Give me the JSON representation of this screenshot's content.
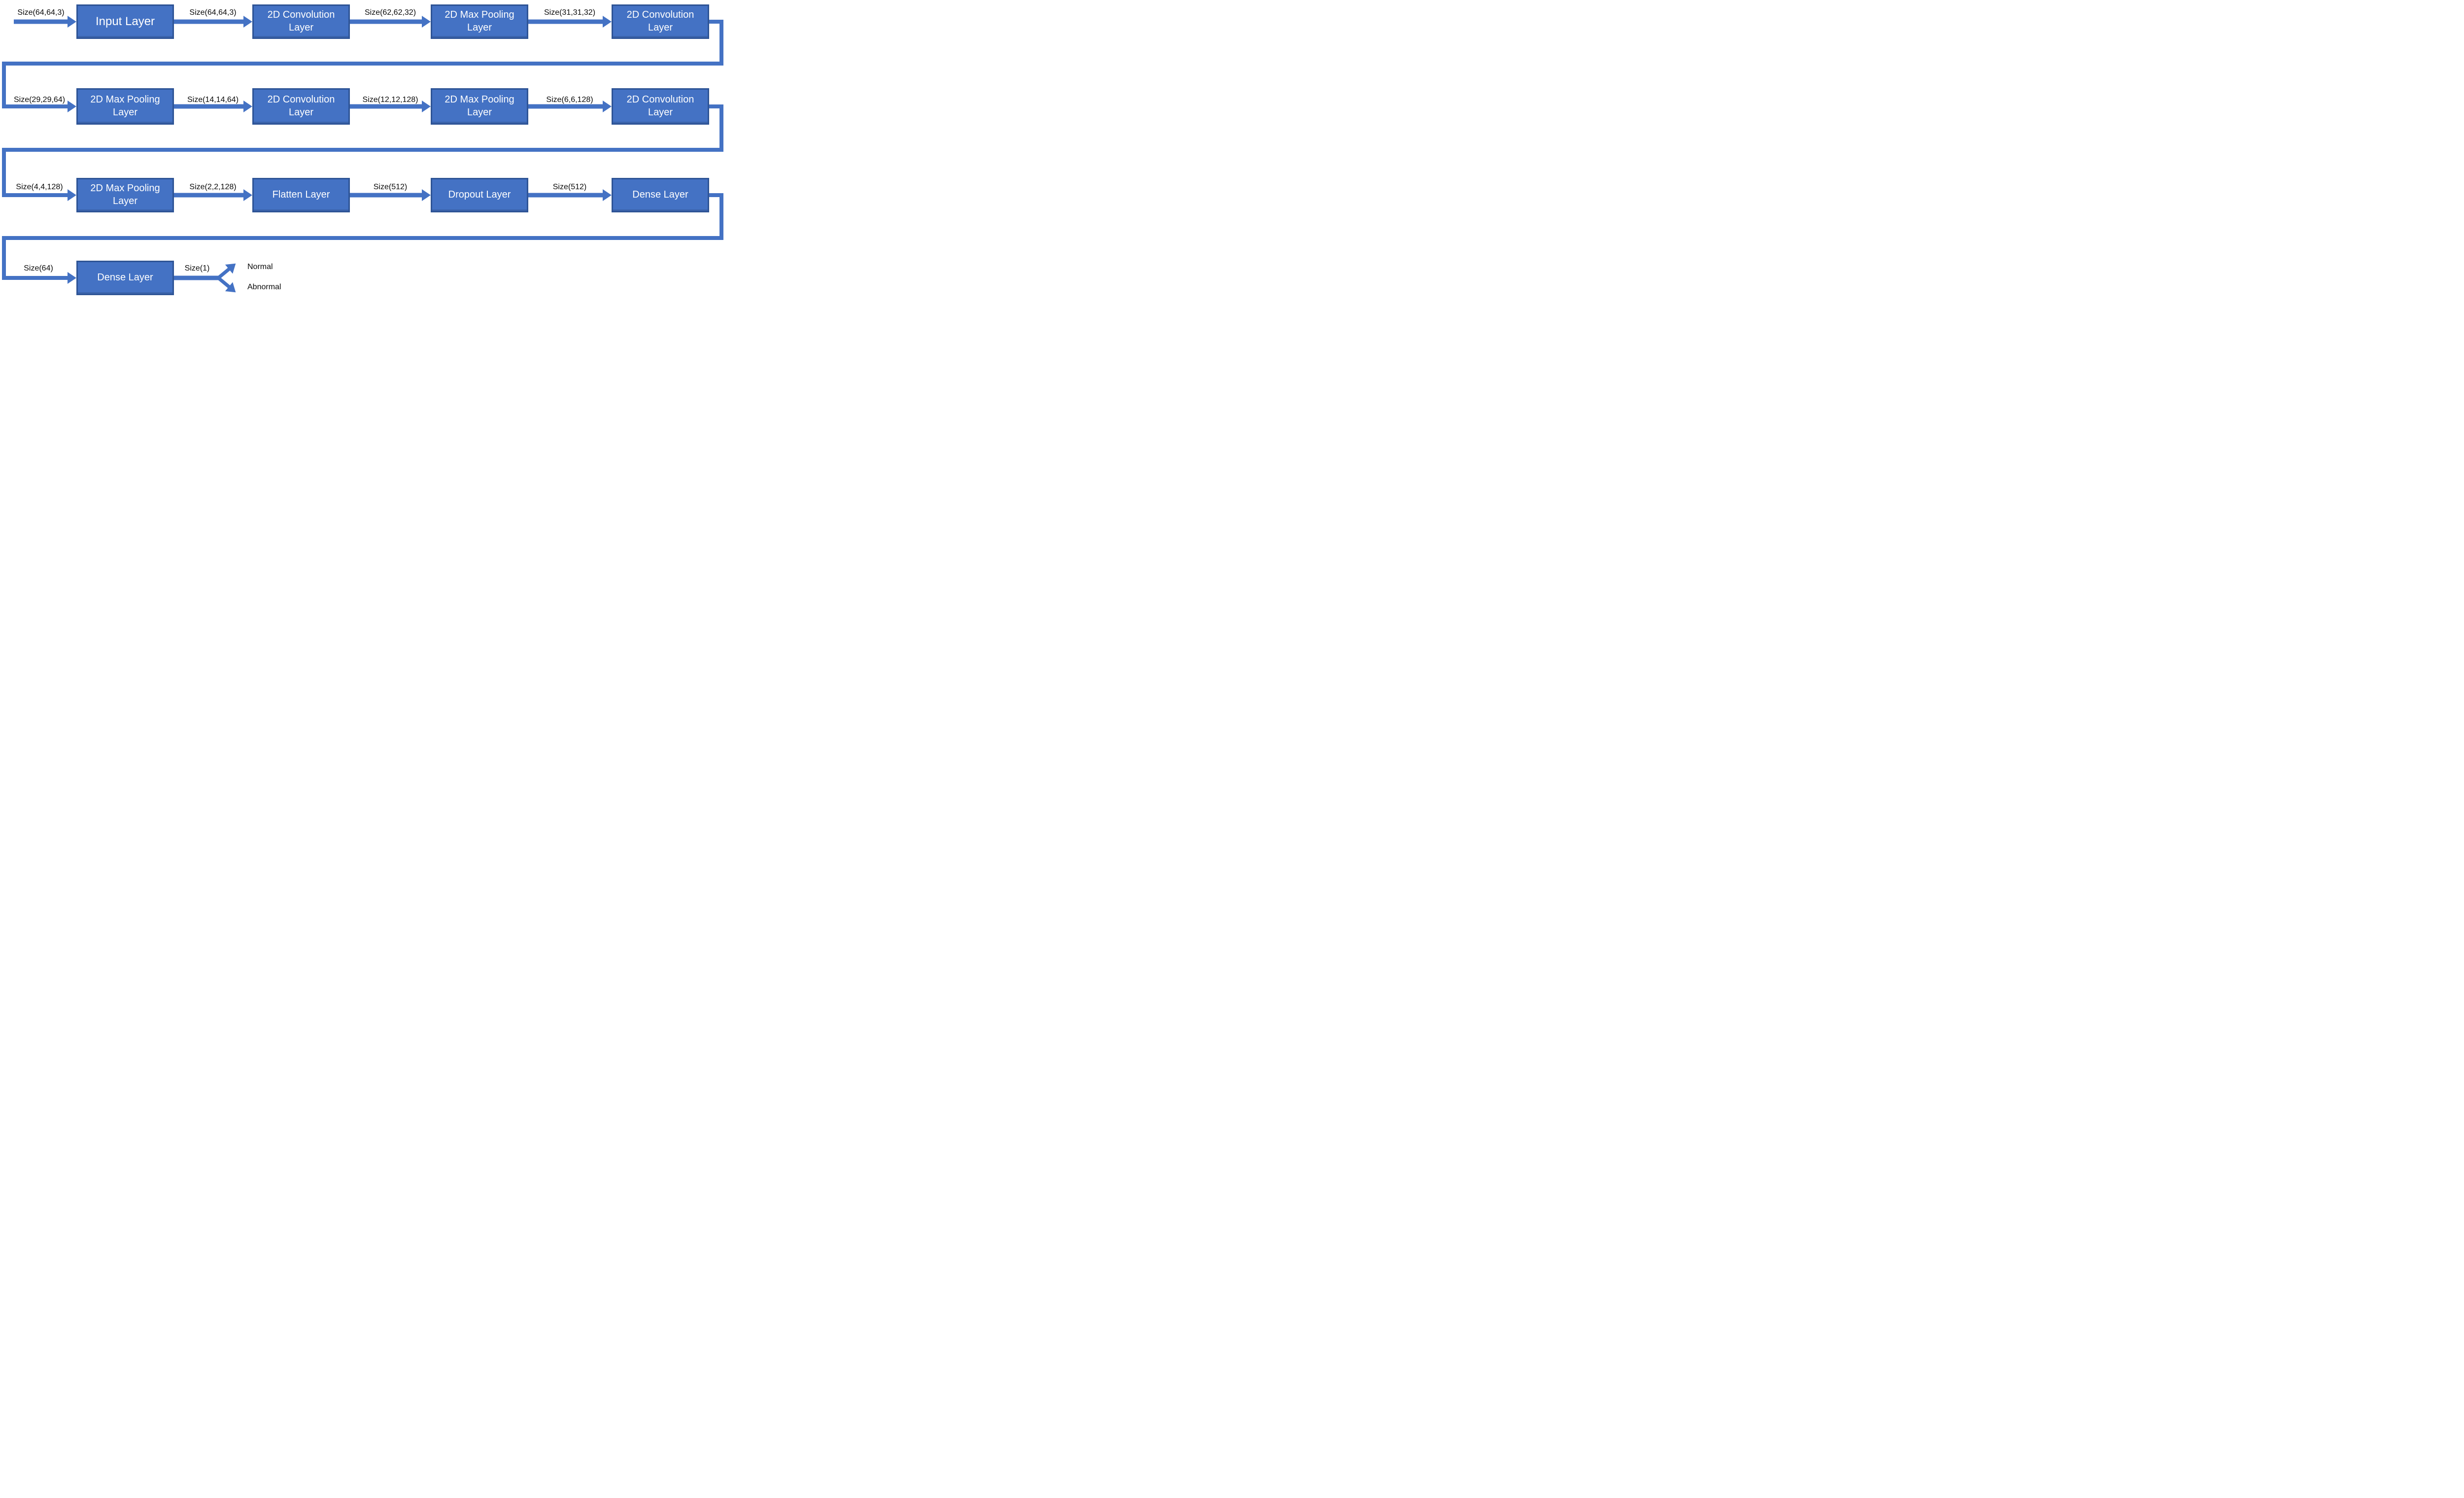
{
  "diagram": {
    "colors": {
      "box-fill": "#4472C4",
      "box-border": "#2E5496",
      "connector": "#4472C4",
      "box-text": "#FFFFFF",
      "label-text": "#0A0A0A",
      "background": "#FFFFFF"
    },
    "nodes": [
      {
        "label": "Input Layer"
      },
      {
        "label": "2D Convolution Layer"
      },
      {
        "label": "2D Max Pooling Layer"
      },
      {
        "label": "2D Convolution Layer"
      },
      {
        "label": "2D Max Pooling Layer"
      },
      {
        "label": "2D Convolution Layer"
      },
      {
        "label": "2D Max Pooling Layer"
      },
      {
        "label": "2D Convolution Layer"
      },
      {
        "label": "2D Max Pooling Layer"
      },
      {
        "label": "Flatten Layer"
      },
      {
        "label": "Dropout Layer"
      },
      {
        "label": "Dense Layer"
      },
      {
        "label": "Dense Layer"
      }
    ],
    "edge_labels": [
      "Size(64,64,3)",
      "Size(64,64,3)",
      "Size(62,62,32)",
      "Size(31,31,32)",
      "Size(29,29,64)",
      "Size(14,14,64)",
      "Size(12,12,128)",
      "Size(6,6,128)",
      "Size(4,4,128)",
      "Size(2,2,128)",
      "Size(512)",
      "Size(512)",
      "Size(64)",
      "Size(1)"
    ],
    "outputs": {
      "positive": "Normal",
      "negative": "Abnormal"
    }
  }
}
